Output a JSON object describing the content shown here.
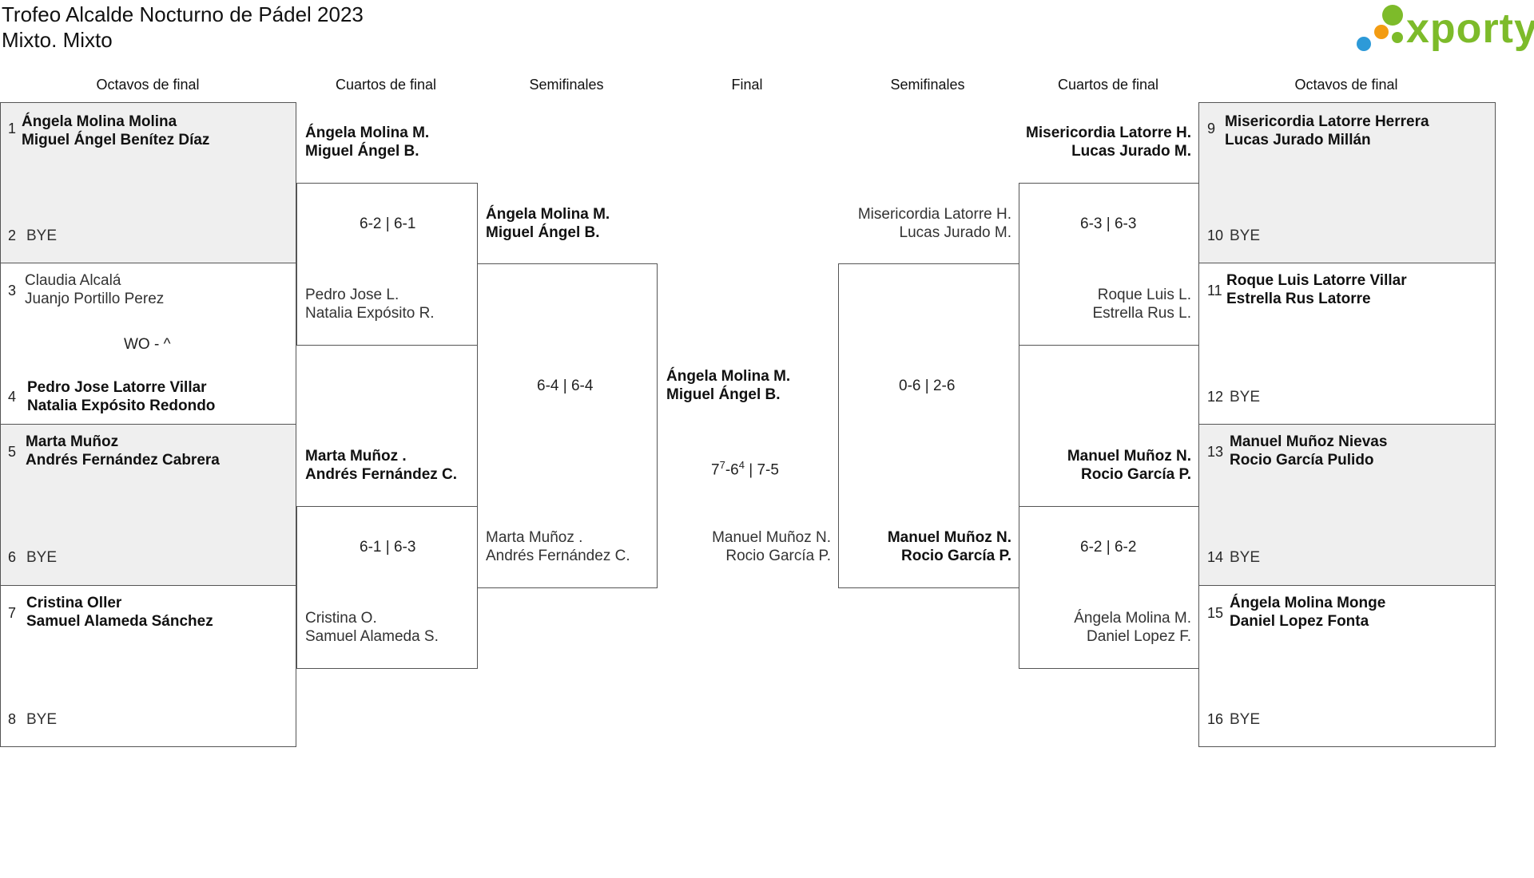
{
  "title": {
    "line1": "Trofeo Alcalde Nocturno de Pádel 2023",
    "line2": "Mixto. Mixto"
  },
  "logo": {
    "text": "xporty",
    "colors": {
      "green": "#7dbb2a",
      "orange": "#f39c12",
      "blue": "#2d9ad8"
    }
  },
  "headers": {
    "octavos": "Octavos de final",
    "cuartos": "Cuartos de final",
    "semis": "Semifinales",
    "final": "Final"
  },
  "left": {
    "r16": [
      {
        "num": "1",
        "p1": "Ángela Molina Molina",
        "p2": "Miguel Ángel Benítez Díaz"
      },
      {
        "num": "2",
        "p1": "BYE",
        "p2": ""
      },
      {
        "num": "3",
        "p1": "Claudia Alcalá",
        "p2": "Juanjo Portillo Perez"
      },
      {
        "num": "4",
        "p1": "Pedro Jose Latorre Villar",
        "p2": "Natalia Expósito Redondo"
      },
      {
        "num": "5",
        "p1": "Marta Muñoz",
        "p2": "Andrés Fernández Cabrera"
      },
      {
        "num": "6",
        "p1": "BYE",
        "p2": ""
      },
      {
        "num": "7",
        "p1": "Cristina Oller",
        "p2": "Samuel Alameda Sánchez"
      },
      {
        "num": "8",
        "p1": "BYE",
        "p2": ""
      }
    ],
    "r16_scores": [
      "WO - ^"
    ],
    "qf": [
      {
        "p1": "Ángela Molina M.",
        "p2": "Miguel Ángel B."
      },
      {
        "p1": "Pedro Jose L.",
        "p2": "Natalia Expósito R."
      },
      {
        "p1": "Marta Muñoz .",
        "p2": "Andrés Fernández C."
      },
      {
        "p1": "Cristina O.",
        "p2": "Samuel Alameda S."
      }
    ],
    "qf_scores": [
      "6-2 | 6-1",
      "6-1 | 6-3"
    ],
    "sf": [
      {
        "p1": "Ángela Molina M.",
        "p2": "Miguel Ángel B."
      },
      {
        "p1": "Marta Muñoz .",
        "p2": "Andrés Fernández C."
      }
    ],
    "sf_score": "6-4 | 6-4"
  },
  "final": {
    "left": {
      "p1": "Ángela Molina M.",
      "p2": "Miguel Ángel B."
    },
    "right": {
      "p1": "Manuel Muñoz N.",
      "p2": "Rocio García P."
    },
    "score_a": "7",
    "score_a_sup": "7",
    "score_b": "-6",
    "score_b_sup": "4",
    "score_c": " | 7-5"
  },
  "right": {
    "r16": [
      {
        "num": "9",
        "p1": "Misericordia Latorre Herrera",
        "p2": "Lucas Jurado Millán"
      },
      {
        "num": "10",
        "p1": "BYE",
        "p2": ""
      },
      {
        "num": "11",
        "p1": "Roque Luis Latorre Villar",
        "p2": "Estrella Rus Latorre"
      },
      {
        "num": "12",
        "p1": "BYE",
        "p2": ""
      },
      {
        "num": "13",
        "p1": "Manuel Muñoz Nievas",
        "p2": "Rocio García Pulido"
      },
      {
        "num": "14",
        "p1": "BYE",
        "p2": ""
      },
      {
        "num": "15",
        "p1": "Ángela Molina Monge",
        "p2": "Daniel Lopez Fonta"
      },
      {
        "num": "16",
        "p1": "BYE",
        "p2": ""
      }
    ],
    "qf": [
      {
        "p1": "Misericordia Latorre H.",
        "p2": "Lucas Jurado M."
      },
      {
        "p1": "Roque Luis L.",
        "p2": "Estrella Rus L."
      },
      {
        "p1": "Manuel Muñoz N.",
        "p2": "Rocio García P."
      },
      {
        "p1": "Ángela Molina M.",
        "p2": "Daniel Lopez F."
      }
    ],
    "qf_scores": [
      "6-3 | 6-3",
      "6-2 | 6-2"
    ],
    "sf": [
      {
        "p1": "Misericordia Latorre H.",
        "p2": "Lucas Jurado M."
      },
      {
        "p1": "Manuel Muñoz N.",
        "p2": "Rocio García P."
      }
    ],
    "sf_score": "0-6 | 2-6"
  }
}
